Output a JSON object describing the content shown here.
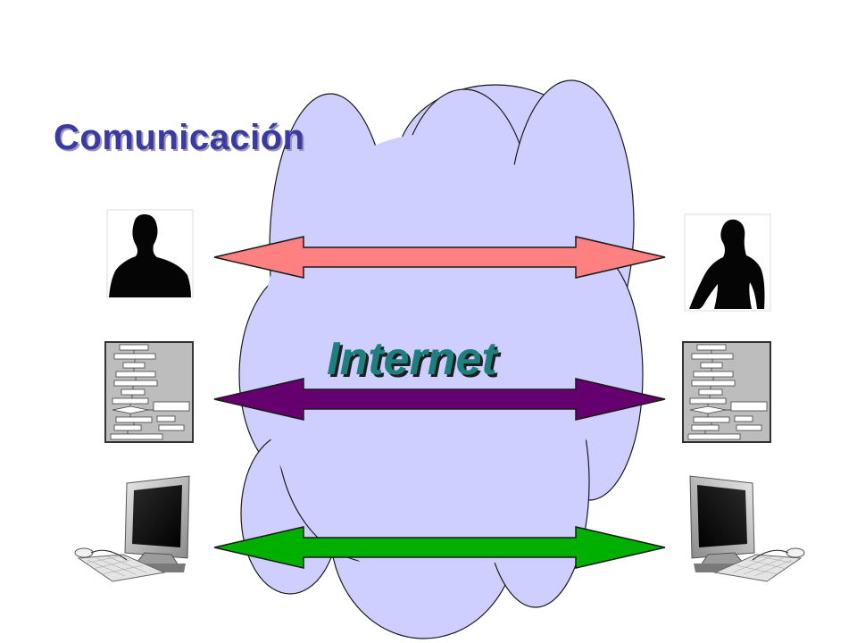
{
  "slide": {
    "title": "Comunicación",
    "cloud_label": "Internet"
  },
  "colors": {
    "title": "#3a3aa0",
    "cloud_fill": "#cfcfff",
    "cloud_stroke": "#1a1a1a",
    "internet_text": "#1f7f7f",
    "arrow_people": "#ff8080",
    "arrow_algorithms": "#66006e",
    "arrow_computers": "#00b000"
  },
  "rows": [
    {
      "left_icon": "man-silhouette-icon",
      "right_icon": "woman-silhouette-icon",
      "arrow": "arrow_people"
    },
    {
      "left_icon": "flowchart-icon",
      "right_icon": "flowchart-icon",
      "arrow": "arrow_algorithms"
    },
    {
      "left_icon": "computer-icon",
      "right_icon": "computer-icon",
      "arrow": "arrow_computers"
    }
  ]
}
